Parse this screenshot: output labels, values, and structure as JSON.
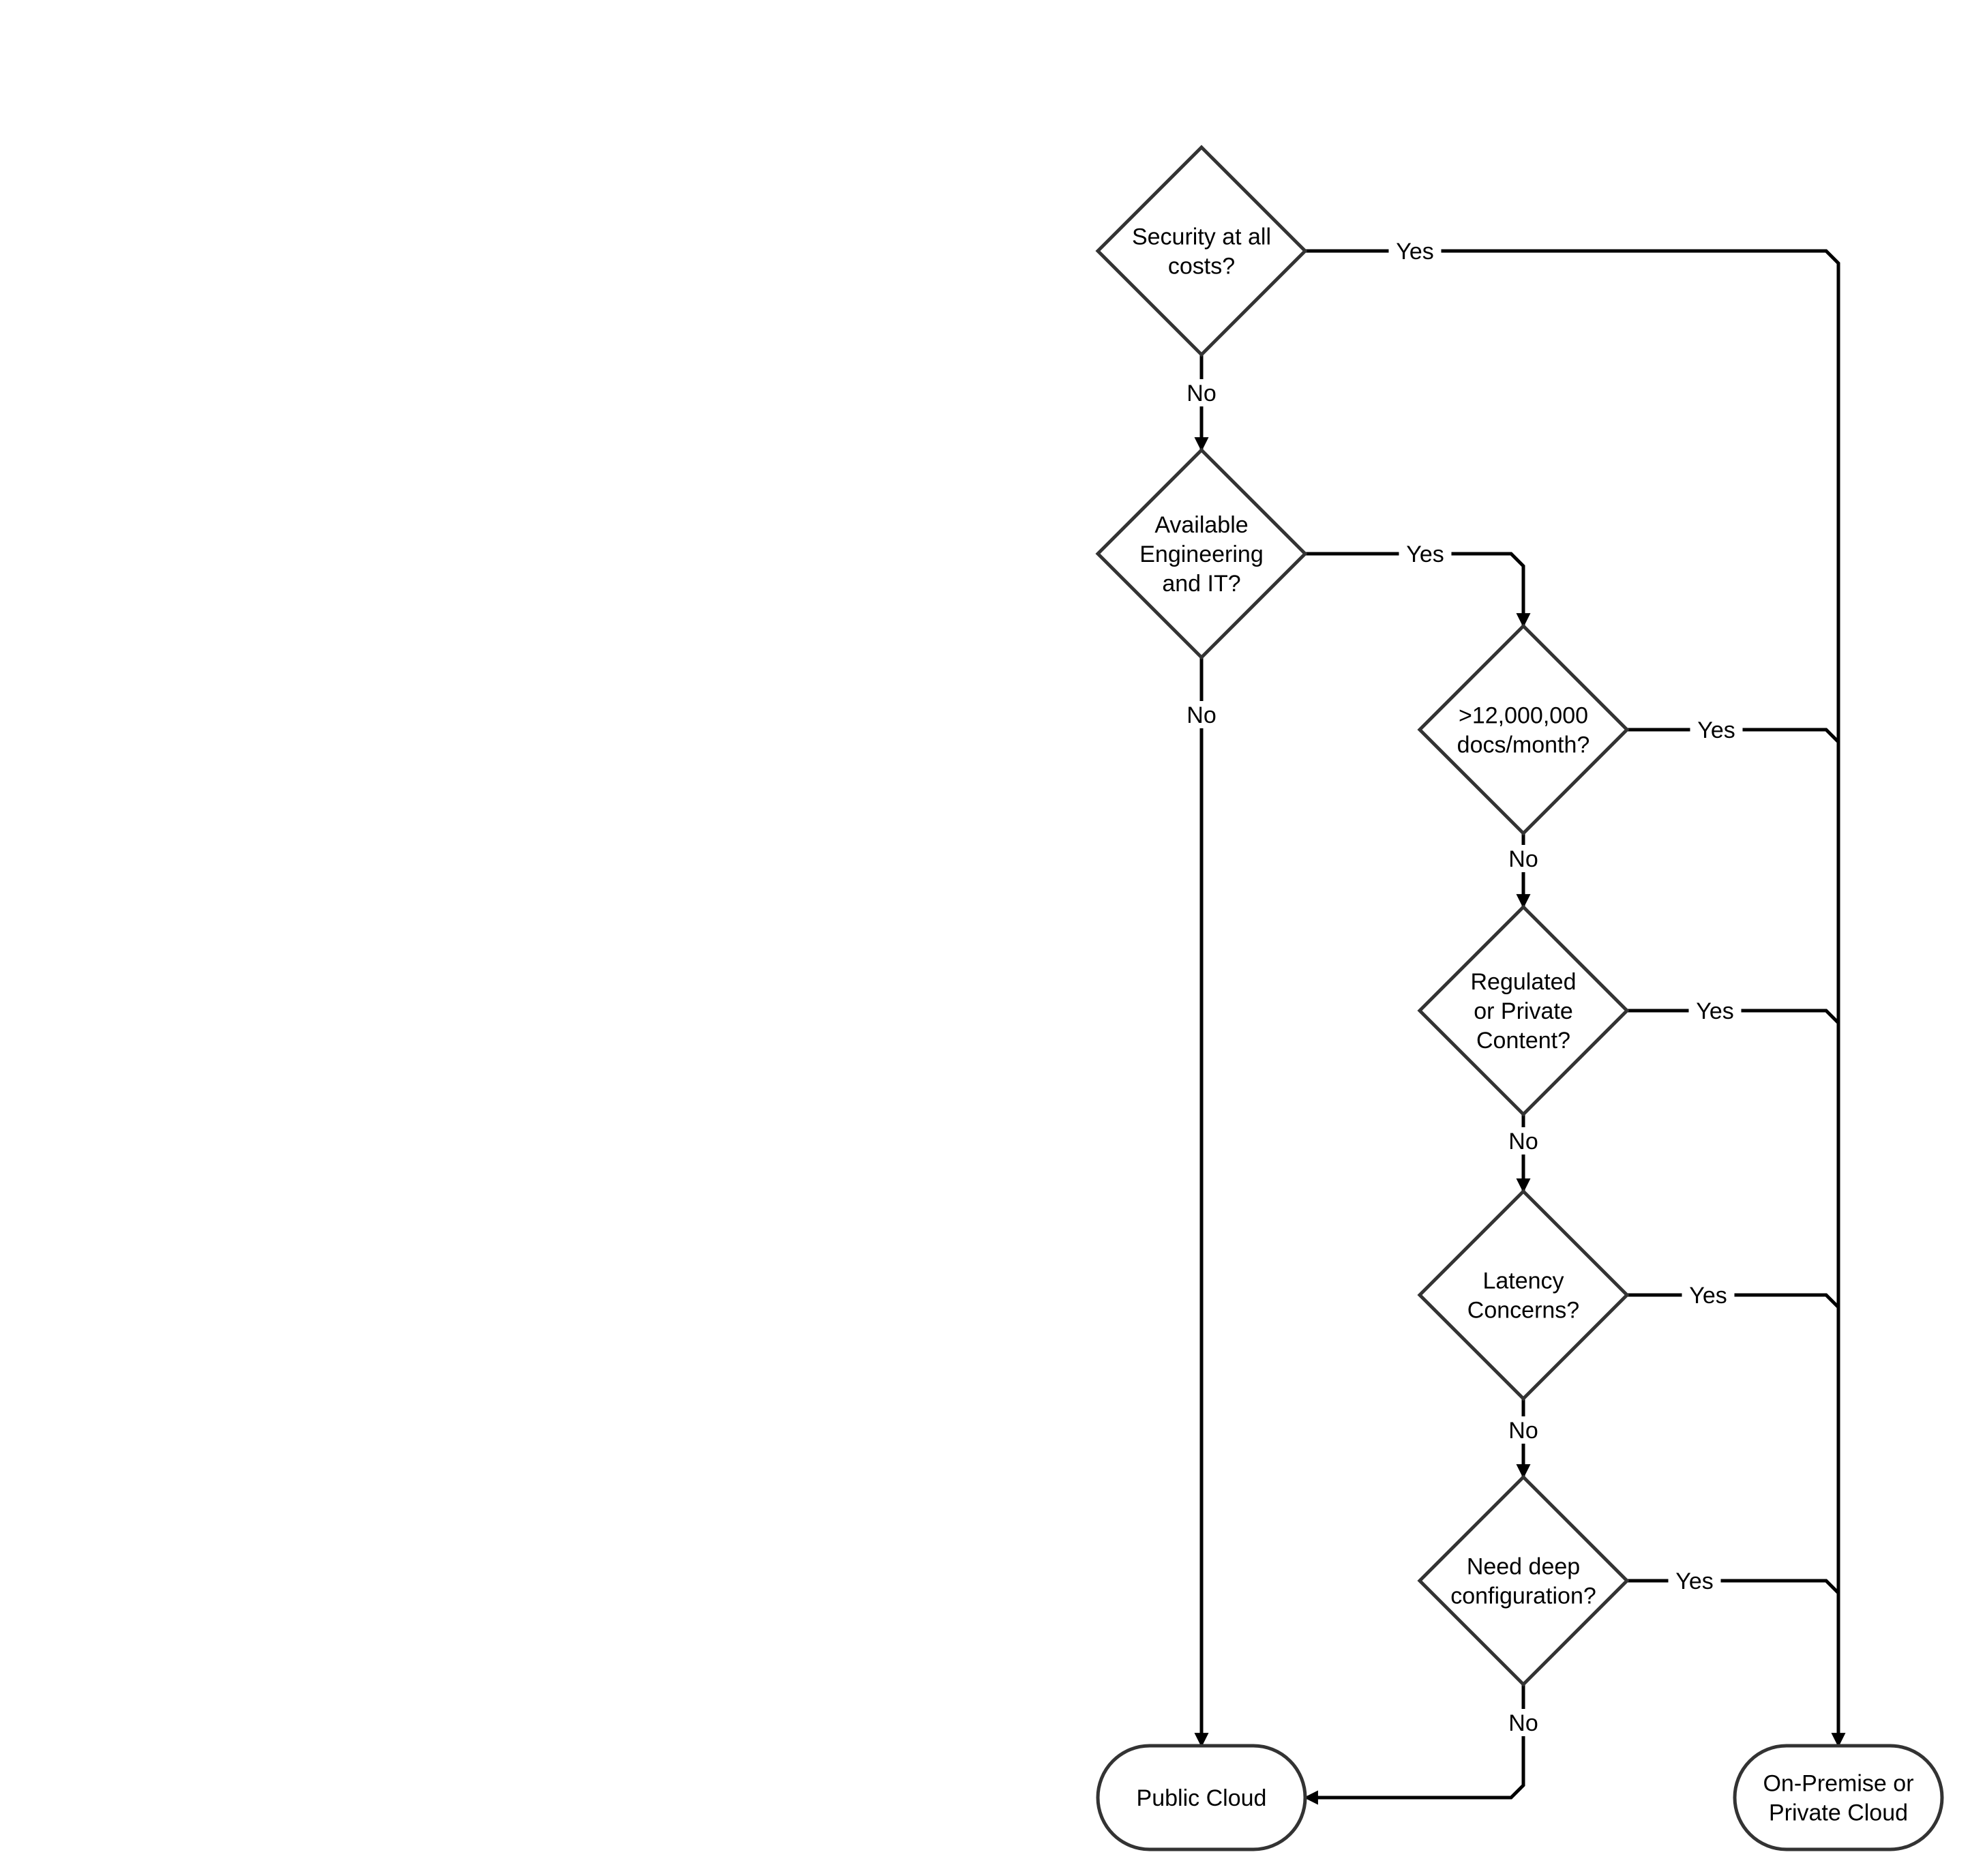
{
  "flowchart": {
    "nodes": [
      {
        "id": "security",
        "shape": "decision",
        "lines": [
          "Security at all",
          "costs?"
        ]
      },
      {
        "id": "engineering",
        "shape": "decision",
        "lines": [
          "Available",
          "Engineering",
          "and IT?"
        ]
      },
      {
        "id": "docs",
        "shape": "decision",
        "lines": [
          ">12,000,000",
          "docs/month?"
        ]
      },
      {
        "id": "regulated",
        "shape": "decision",
        "lines": [
          "Regulated",
          "or Private",
          "Content?"
        ]
      },
      {
        "id": "latency",
        "shape": "decision",
        "lines": [
          "Latency",
          "Concerns?"
        ]
      },
      {
        "id": "config",
        "shape": "decision",
        "lines": [
          "Need deep",
          "configuration?"
        ]
      },
      {
        "id": "public",
        "shape": "terminal",
        "lines": [
          "Public Cloud"
        ]
      },
      {
        "id": "onprem",
        "shape": "terminal",
        "lines": [
          "On-Premise or",
          "Private Cloud"
        ]
      }
    ],
    "edges": [
      {
        "from": "security",
        "to": "onprem",
        "label": "Yes"
      },
      {
        "from": "security",
        "to": "engineering",
        "label": "No"
      },
      {
        "from": "engineering",
        "to": "docs",
        "label": "Yes"
      },
      {
        "from": "engineering",
        "to": "public",
        "label": "No"
      },
      {
        "from": "docs",
        "to": "onprem",
        "label": "Yes"
      },
      {
        "from": "docs",
        "to": "regulated",
        "label": "No"
      },
      {
        "from": "regulated",
        "to": "onprem",
        "label": "Yes"
      },
      {
        "from": "regulated",
        "to": "latency",
        "label": "No"
      },
      {
        "from": "latency",
        "to": "onprem",
        "label": "Yes"
      },
      {
        "from": "latency",
        "to": "config",
        "label": "No"
      },
      {
        "from": "config",
        "to": "onprem",
        "label": "Yes"
      },
      {
        "from": "config",
        "to": "public",
        "label": "No"
      }
    ]
  }
}
